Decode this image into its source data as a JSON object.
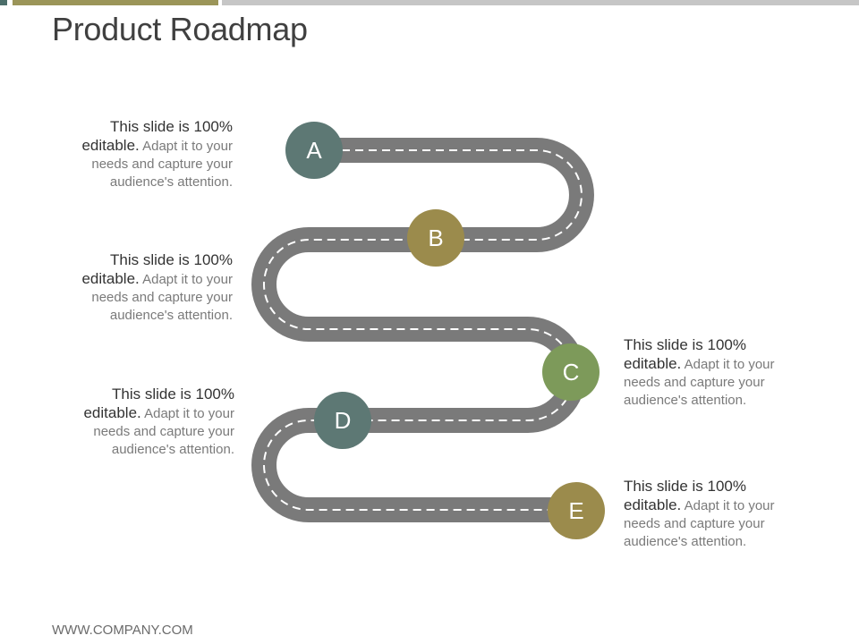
{
  "header": {
    "title": "Product Roadmap"
  },
  "footer": {
    "url": "WWW.COMPANY.COM"
  },
  "colors": {
    "road": "#7a7a7a",
    "dash": "#ffffff",
    "teal": "#5d7874",
    "olive": "#9b8b4c",
    "green": "#7d9a5a",
    "accent_bar": "#9b9559"
  },
  "milestones": [
    {
      "letter": "A",
      "strong": "This slide is 100% editable.",
      "text": "Adapt it to your needs and capture your audience's attention."
    },
    {
      "letter": "B",
      "strong": "This slide is 100% editable.",
      "text": "Adapt it to your needs and capture your audience's attention."
    },
    {
      "letter": "C",
      "strong": "This slide is 100% editable.",
      "text": "Adapt it to your needs and capture your audience's attention."
    },
    {
      "letter": "D",
      "strong": "This slide is 100% editable.",
      "text": "Adapt it to your needs and capture your audience's attention."
    },
    {
      "letter": "E",
      "strong": "This slide is 100% editable.",
      "text": "Adapt it to your needs and capture your audience's attention."
    }
  ]
}
